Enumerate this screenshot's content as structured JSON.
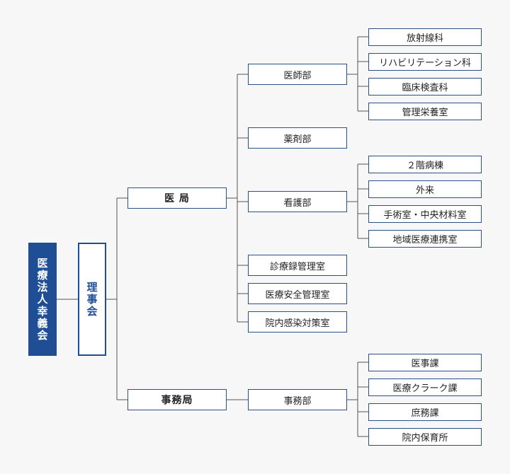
{
  "root": "医療法人幸義会",
  "board": "理事会",
  "medical": {
    "label": "医 局",
    "doctors": {
      "label": "医師部",
      "children": [
        "放射線科",
        "リハビリテーション科",
        "臨床検査科",
        "管理栄養室"
      ]
    },
    "pharmacy": "薬剤部",
    "nursing": {
      "label": "看護部",
      "children": [
        "２階病棟",
        "外来",
        "手術室・中央材料室",
        "地域医療連携室"
      ]
    },
    "records": "診療録管理室",
    "safety": "医療安全管理室",
    "infection": "院内感染対策室"
  },
  "admin": {
    "label": "事務局",
    "office": {
      "label": "事務部",
      "children": [
        "医事課",
        "医療クラーク課",
        "庶務課",
        "院内保育所"
      ]
    }
  }
}
